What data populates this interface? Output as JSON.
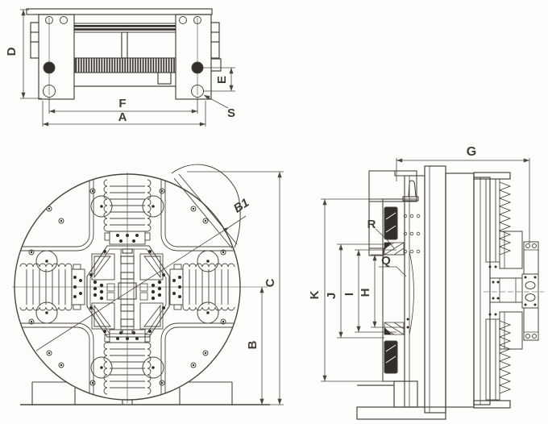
{
  "drawing": {
    "colors": {
      "background": "#fdfdfc",
      "line": "#4a443e",
      "dark_fill": "#322e2a"
    },
    "views": {
      "front": {
        "dims": {
          "d": "D",
          "e": "E",
          "s": "S",
          "f": "F",
          "a": "A"
        }
      },
      "face": {
        "dims": {
          "b1": "B1",
          "c": "C",
          "b": "B"
        }
      },
      "side": {
        "dims": {
          "g": "G",
          "r": "R",
          "q": "Q",
          "k": "K",
          "j": "J",
          "i": "I",
          "h": "H"
        }
      }
    }
  }
}
